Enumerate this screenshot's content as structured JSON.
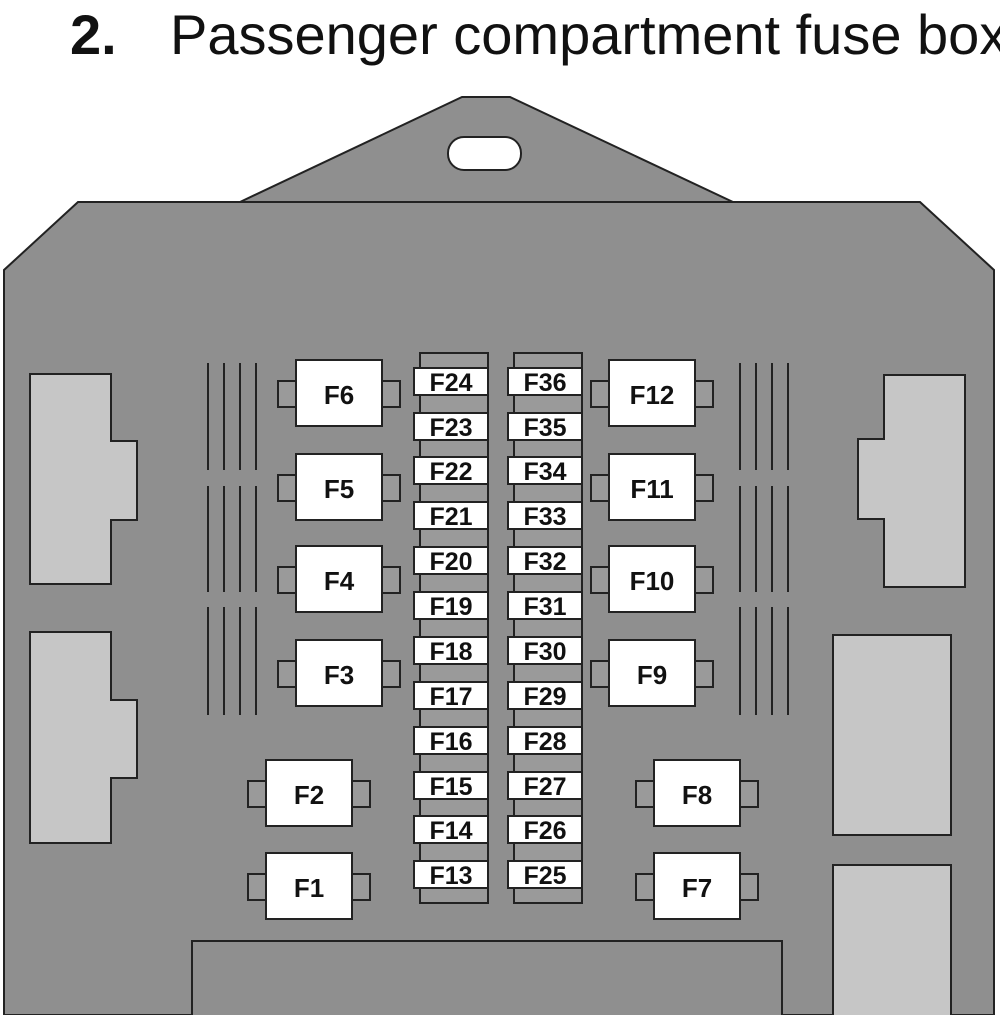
{
  "title": {
    "number": "2.",
    "text": "Passenger compartment fuse box."
  },
  "colors": {
    "housing": "#8f8f8f",
    "connector": "#c6c6c6",
    "fuse": "#ffffff",
    "outline": "#222222"
  },
  "fuses": {
    "large": [
      "F1",
      "F2",
      "F3",
      "F4",
      "F5",
      "F6",
      "F7",
      "F8",
      "F9",
      "F10",
      "F11",
      "F12"
    ],
    "small_left": [
      "F24",
      "F23",
      "F22",
      "F21",
      "F20",
      "F19",
      "F18",
      "F17",
      "F16",
      "F15",
      "F14",
      "F13"
    ],
    "small_right": [
      "F36",
      "F35",
      "F34",
      "F33",
      "F32",
      "F31",
      "F30",
      "F29",
      "F28",
      "F27",
      "F26",
      "F25"
    ]
  }
}
